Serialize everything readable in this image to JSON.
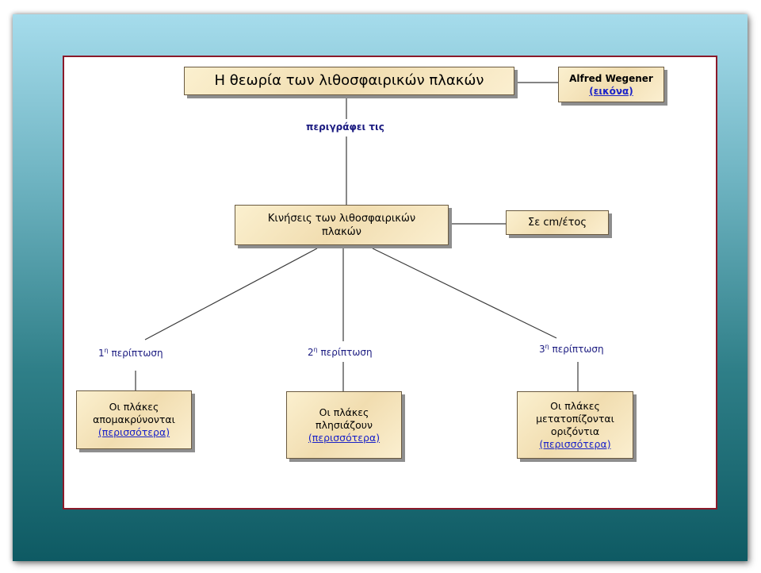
{
  "diagram": {
    "root": "Η θεωρία των λιθοσφαιρικών πλακών",
    "author_name": "Alfred Wegener",
    "author_link": "(εικόνα)",
    "relation_label": "περιγράφει τις",
    "center": "Κινήσεις των λιθοσφαιρικών πλακών",
    "center_line1": "Κινήσεις των λιθοσφαιρικών",
    "center_line2": "πλακών",
    "speed": "Σε cm/έτος",
    "cases": [
      {
        "num": "1",
        "sup": "η",
        "label": "περίπτωση",
        "line1": "Οι πλάκες",
        "line2": "απομακρύνονται",
        "line3": "",
        "link": "(περισσότερα)"
      },
      {
        "num": "2",
        "sup": "η",
        "label": "περίπτωση",
        "line1": "Οι πλάκες",
        "line2": "πλησιάζουν",
        "line3": "",
        "link": "(περισσότερα)"
      },
      {
        "num": "3",
        "sup": "η",
        "label": "περίπτωση",
        "line1": "Οι πλάκες",
        "line2": "μετατοπίζονται",
        "line3": "οριζόντια",
        "link": "(περισσότερα)"
      }
    ]
  },
  "colors": {
    "link": "#1a22c8",
    "label": "#1a1a80",
    "frame": "#8a1a2a",
    "node_fill": "#f5e4bd"
  }
}
